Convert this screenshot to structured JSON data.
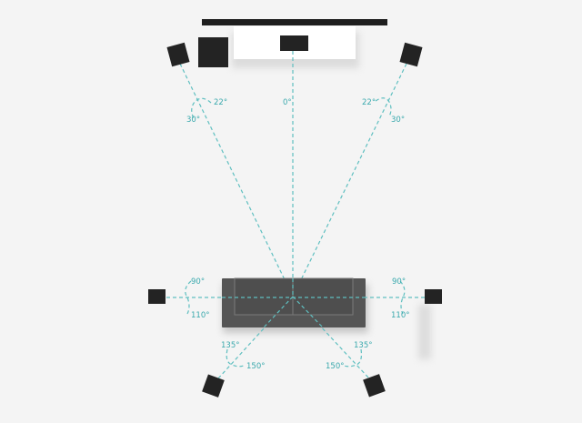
{
  "labels": {
    "center": "0°",
    "front_left_inner": "22°",
    "front_left_outer": "30°",
    "front_right_inner": "22°",
    "front_right_outer": "30°",
    "side_left_top": "90°",
    "side_left_bottom": "110°",
    "side_right_top": "90°",
    "side_right_bottom": "110°",
    "rear_left_inner": "135°",
    "rear_left_outer": "150°",
    "rear_right_inner": "135°",
    "rear_right_outer": "150°"
  },
  "colors": {
    "guide": "#5fbfc0",
    "label": "#3aa9ad",
    "speaker": "#232323",
    "sofa": "#555555",
    "background": "#f4f4f4"
  }
}
